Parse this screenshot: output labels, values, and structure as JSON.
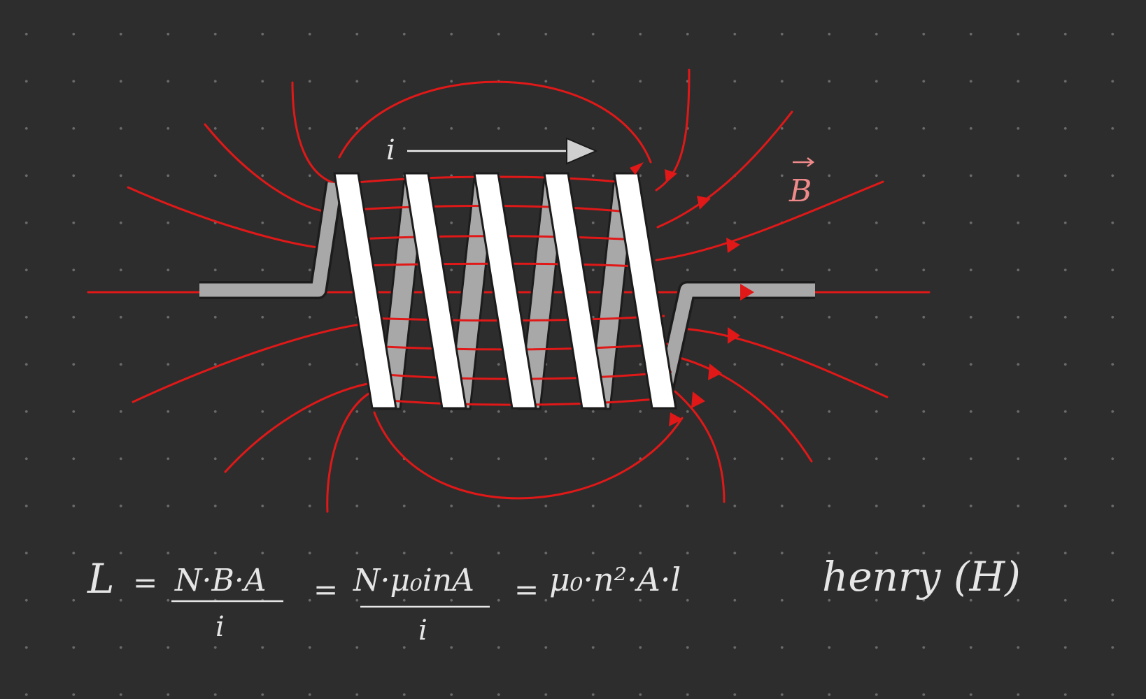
{
  "diagram": {
    "current_label": "i",
    "field_label": "B",
    "colors": {
      "background": "#2d2d2d",
      "field_lines": "#e01818",
      "coil": "#ffffff",
      "coil_back": "#a8a8a8",
      "ink": "#e6e6e6",
      "field_label": "#f08a8a"
    }
  },
  "formula": {
    "lhs": "L",
    "eq1": "=",
    "frac1_num": "N·B·A",
    "frac1_den": "i",
    "eq2": "=",
    "frac2_num": "N·μ₀inA",
    "frac2_den": "i",
    "eq3": "=",
    "rhs": "μ₀·n²·A·l",
    "unit": "henry (H)"
  }
}
